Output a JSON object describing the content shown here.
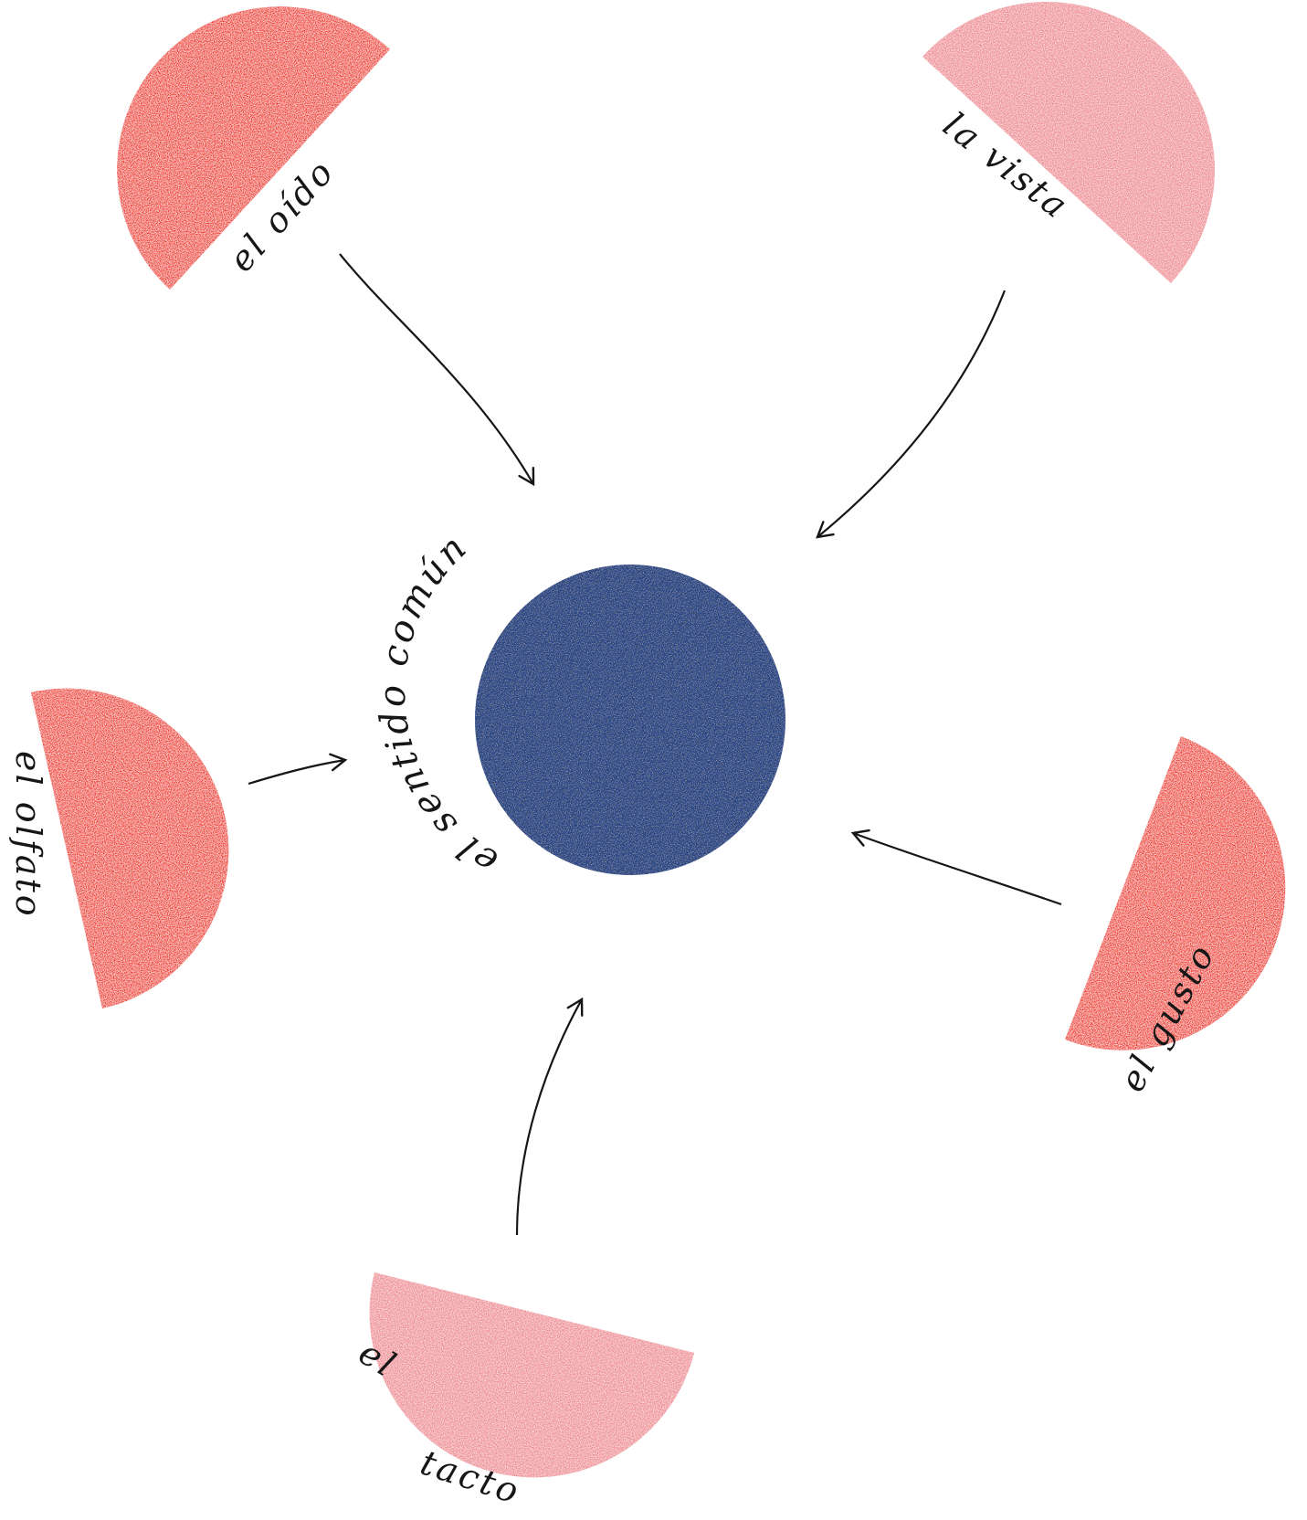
{
  "diagram": {
    "center": {
      "label": "el sentido común",
      "color": "#2c4a8c"
    },
    "senses": [
      {
        "id": "oido",
        "label": "el oído",
        "color": "#f03a2a"
      },
      {
        "id": "vista",
        "label": "la vista",
        "color": "#ef8a92"
      },
      {
        "id": "olfato",
        "label": "el olfato",
        "color": "#f03a2a"
      },
      {
        "id": "gusto",
        "label": "el gusto",
        "color": "#f03a2a"
      },
      {
        "id": "tacto",
        "label": "el tacto",
        "color": "#ef8a92"
      }
    ],
    "arrow_direction": "sense-to-center",
    "background": "#ffffff",
    "ink": "#161616"
  }
}
